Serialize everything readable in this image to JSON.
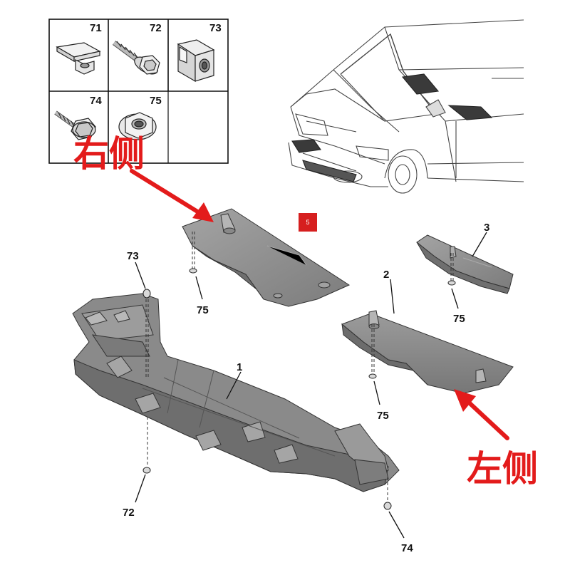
{
  "legend": {
    "cells": [
      {
        "number": "71",
        "part": "clip-plate"
      },
      {
        "number": "72",
        "part": "flange-screw"
      },
      {
        "number": "73",
        "part": "cage-nut"
      },
      {
        "number": "74",
        "part": "tapping-screw"
      },
      {
        "number": "75",
        "part": "flange-nut"
      }
    ]
  },
  "callouts": {
    "shield_1": "1",
    "shield_2": "2",
    "shield_3": "3",
    "badge_5": "5",
    "f73": "73",
    "f75_right": "75",
    "f75_mid": "75",
    "f75_upper": "75",
    "f72": "72",
    "f74": "74"
  },
  "side_labels": {
    "right": "右侧",
    "left": "左侧"
  },
  "colors": {
    "accent_red": "#e31b1b",
    "part_fill": "#8f8f8f",
    "part_shade": "#6e6e6e",
    "outline": "#222222"
  }
}
